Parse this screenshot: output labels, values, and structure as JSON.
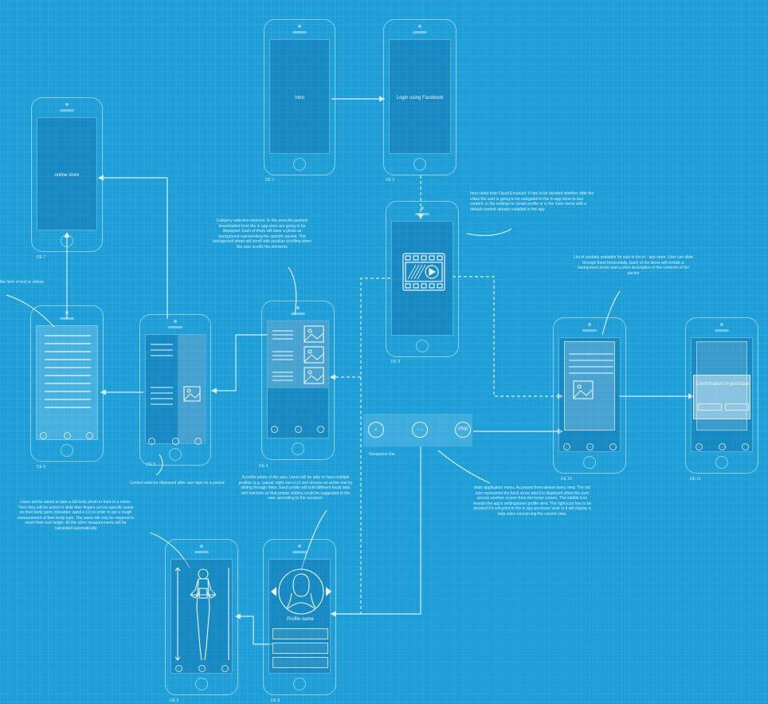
{
  "screens": {
    "de1": {
      "label": "DE 1",
      "text": "Intro"
    },
    "de2": {
      "label": "DE 2",
      "text": "Login using Facebook"
    },
    "de3": {
      "label": "DE 3"
    },
    "de4": {
      "label": "DE 4"
    },
    "de5": {
      "label": "DE 5"
    },
    "de6": {
      "label": "DE 6"
    },
    "de7": {
      "label": "DE 7",
      "text": "online store"
    },
    "de8": {
      "label": "DE 8",
      "text": "Profile name"
    },
    "de9": {
      "label": "DE 9"
    },
    "de10": {
      "label": "DE 10"
    },
    "de11": {
      "label": "DE 11",
      "text": "Confirmation of purchase"
    }
  },
  "navbar": {
    "label": "Navigation Bar",
    "shop_label": "shop",
    "back_icon": "back-arrow-icon",
    "menu_icon": "dots-menu-icon"
  },
  "notes": {
    "intro_video": "Intro video from David Emanuel. It has to be decided whether after the video the user is going to be navigated in the in-app store to buy content, in the settings to create profile or in the main menu with a default content already installed in the app",
    "category": "Category selection element. In this area the packets downloaded from the in app store are going to be displayed. Each of them will have a photo as background representing the specific packet. The background photo will scroll with parallax scrolling when the user scrolls the elements",
    "text_videos": "the form of text or videos",
    "content_selector": "Content selector displayed after user taps on a packet",
    "packets": "List of packets available for sale in the in - app store. User can slide through them horizontally. Each of the items will contain a background photo and a short description of the contents of the packet",
    "profile_photo": "A profile photo of the user. Users will be able to have multiple profiles (e.g. casual, night out e.t.c) and choose an active one by sliding through them. Each profile will hold different facial data and hairstyle so that proper clothes could be suggested to the user, according to the occasion.",
    "menu": "Main application menu. Accessed from almost every view. The left icon represents the back arrow and it is displayed when the user access another screen from the home screen. The middle icon reveals the app's settings/user profile view. The right icon has to be decided if it will point to the in app purchase view or it will display a help video concerning the current view.",
    "body_photo": "Users will be asked to take a full body photo in front of a mirror. Then they will be asked to slide their fingers across specific areas on their body parts (shoulder, waist e.t.c) in order to get a rough measurement of their body type. The users will only be required to insert their real height. All the other measurements will be calculated automatically"
  },
  "colors": {
    "background": "#1e9fd7",
    "line": "#eaf7ff"
  }
}
